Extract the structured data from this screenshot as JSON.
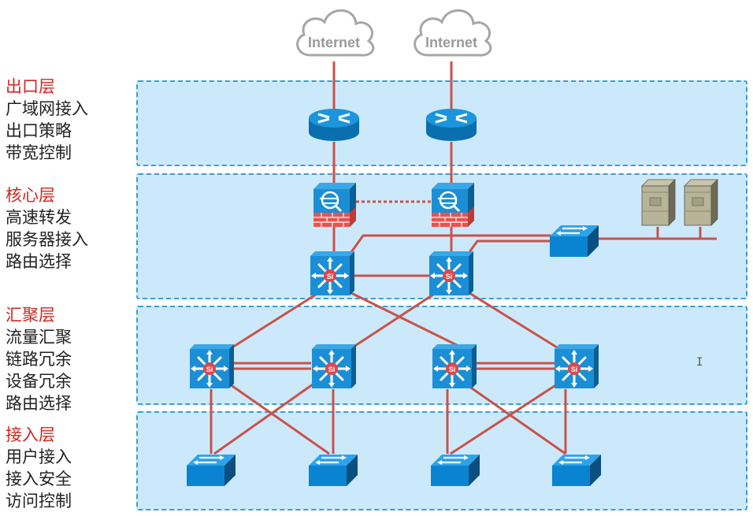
{
  "layers": [
    {
      "id": "egress",
      "title": "出口层",
      "items": [
        "广域网接入",
        "出口策略",
        "带宽控制"
      ]
    },
    {
      "id": "core",
      "title": "核心层",
      "items": [
        "高速转发",
        "服务器接入",
        "路由选择"
      ]
    },
    {
      "id": "aggregation",
      "title": "汇聚层",
      "items": [
        "流量汇聚",
        "链路冗余",
        "设备冗余",
        "路由选择"
      ]
    },
    {
      "id": "access",
      "title": "接入层",
      "items": [
        "用户接入",
        "接入安全",
        "访问控制"
      ]
    }
  ],
  "clouds": [
    {
      "label": "Internet"
    },
    {
      "label": "Internet"
    }
  ],
  "devices": {
    "routers": 2,
    "firewalls": 2,
    "core_switches_l3": 2,
    "server_switch": 1,
    "servers": 2,
    "aggregation_switches_l3": 4,
    "access_switches": 4
  },
  "l3_label": "Si",
  "colors": {
    "link": "#c9524a",
    "layer_fill": "#cce9fb",
    "layer_border": "#3a9fd0",
    "device_blue": "#1b8fd6",
    "title_red": "#d0281e"
  },
  "cursor": "I"
}
